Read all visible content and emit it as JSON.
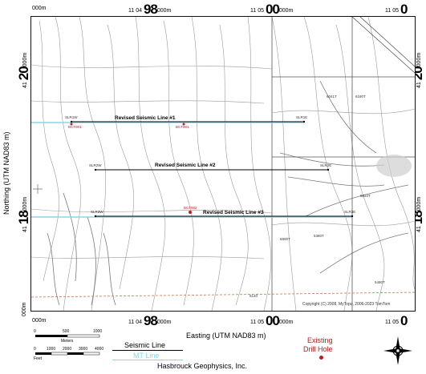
{
  "x_ticks_top": [
    {
      "pre": "",
      "big": "",
      "post": "000m"
    },
    {
      "pre": "11 04",
      "big": "98",
      "post": "000m"
    },
    {
      "pre": "11 05",
      "big": "00",
      "post": "000m"
    },
    {
      "pre": "11 05",
      "big": "0",
      "post": ""
    }
  ],
  "x_ticks_bottom": [
    {
      "pre": "",
      "big": "",
      "post": "000m"
    },
    {
      "pre": "11 04",
      "big": "98",
      "post": "000m"
    },
    {
      "pre": "11 05",
      "big": "00",
      "post": "000m"
    },
    {
      "pre": "11 05",
      "big": "0",
      "post": ""
    }
  ],
  "y_ticks_left": [
    {
      "pre": "41 ",
      "big": "20",
      "post": "000m"
    },
    {
      "pre": "41 ",
      "big": "18",
      "post": "000m"
    },
    {
      "pre": "",
      "big": "",
      "post": "000m"
    }
  ],
  "y_ticks_right": [
    {
      "pre": "41 ",
      "big": "20",
      "post": "000m"
    },
    {
      "pre": "41 ",
      "big": "18",
      "post": "000m"
    },
    {
      "pre": "",
      "big": "",
      "post": ""
    }
  ],
  "y_axis_label": "Northing (UTM NAD83 m)",
  "x_axis_label": "Easting (UTM NAD83 m)",
  "seismic_lines": [
    {
      "label": "Revised Seismic Line #1",
      "west": "SLR1W",
      "east": "SLR1E",
      "color": "#8ad7e8"
    },
    {
      "label": "Revised Seismic Line #2",
      "west": "SLR2W",
      "east": "SLR2E",
      "color": "#000000"
    },
    {
      "label": "Revised Seismic Line #3",
      "west": "SLR3W",
      "east": "SLR3E",
      "color": "#8ad7e8"
    }
  ],
  "drill_holes": [
    {
      "label": "BCT001"
    },
    {
      "label": "BCT001"
    },
    {
      "label": "BCT002"
    }
  ],
  "contour_labels": [
    "6041T",
    "6180T",
    "5380T",
    "5800T",
    "5834T",
    "5480T",
    "6140"
  ],
  "copyright": "Copyright (C) 2008, MyTopo, 2006-2023 TomTom",
  "scale_bar": {
    "meters_ticks": [
      "0",
      "500",
      "1000"
    ],
    "meters_unit": "Meters",
    "feet_ticks": [
      "0",
      "1000",
      "2000",
      "3000",
      "4000"
    ],
    "feet_unit": "Feet"
  },
  "legend": {
    "seismic_line": "Seismic Line",
    "mt_line": "MT Line",
    "existing_drill_hole": [
      "Existing",
      "Drill Hole"
    ],
    "credit": "Hasbrouck Geophysics, Inc."
  },
  "colors": {
    "seismic_black": "#000000",
    "mt_cyan": "#8ad7e8",
    "drill_hole": "#b22222",
    "survey_road": "#c87850"
  },
  "icons": [
    "north-arrow-icon",
    "drill-hole-icon"
  ]
}
